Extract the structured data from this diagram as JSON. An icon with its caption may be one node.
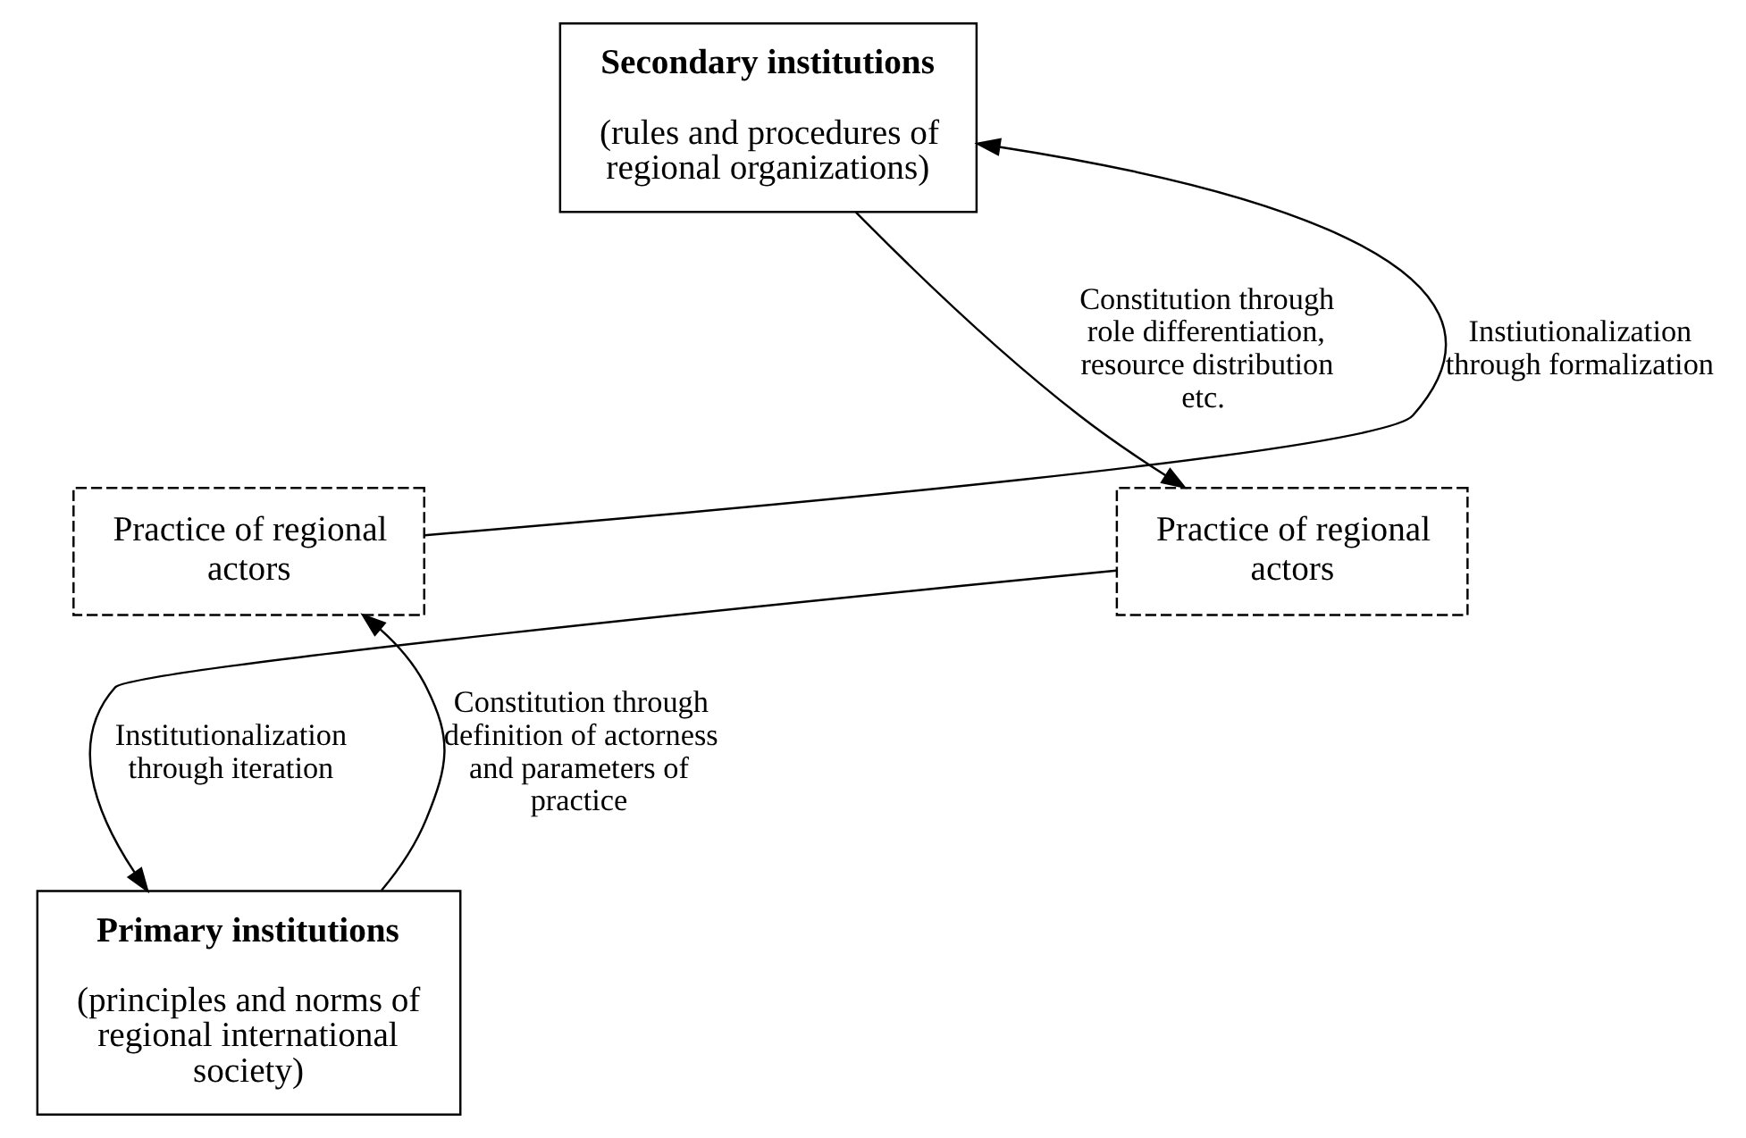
{
  "diagram": {
    "nodes": [
      {
        "text": [
          "Secondary institutions",
          "(rules and procedures of regional organizations)"
        ]
      },
      {
        "text": [
          "Practice of regional actors"
        ]
      },
      {
        "text": [
          "Primary institutions",
          "(principles and norms of regional international society)"
        ]
      },
      {
        "text": [
          "Practice of regional actors"
        ]
      }
    ],
    "edges": [
      {
        "from": 0,
        "to": 1,
        "arrow": "to",
        "label": "Constitution through role differentiation, resource distribution etc."
      },
      {
        "from": 1,
        "to": 2,
        "arrow": "to",
        "label": "Institutionalization through iteration"
      },
      {
        "from": 2,
        "to": 3,
        "arrow": "to",
        "label": "Constitution through definition of actorness and parameters of practice"
      },
      {
        "from": 3,
        "to": 0,
        "arrow": "to",
        "label": "Instiutionalization through formalization"
      }
    ]
  }
}
